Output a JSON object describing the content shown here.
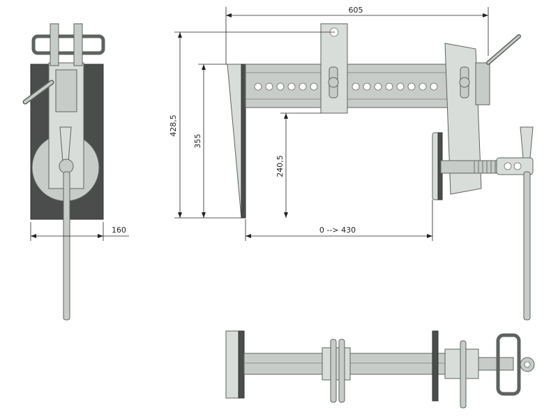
{
  "dimensions": {
    "overall_length": "605",
    "overall_height": "428,5",
    "jaw_height": "355",
    "throat_depth": "240,5",
    "opening_range": "0 --> 430",
    "width": "160"
  },
  "colors": {
    "metal": "#c7ccc8",
    "dark_plate": "#4a4d4c",
    "line": "#222222"
  }
}
